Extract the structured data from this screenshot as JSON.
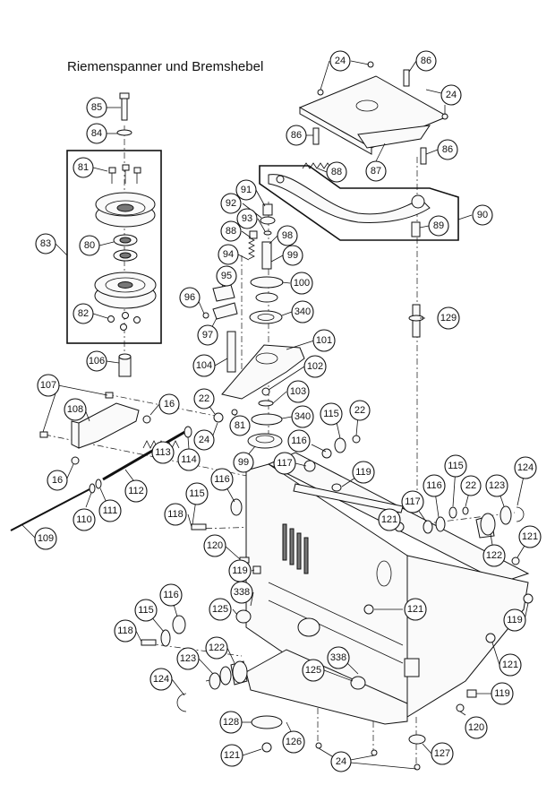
{
  "title": "Riemenspanner und Bremshebel",
  "callouts": [
    {
      "id": "c85",
      "label": "85"
    },
    {
      "id": "c84",
      "label": "84"
    },
    {
      "id": "c81a",
      "label": "81"
    },
    {
      "id": "c83",
      "label": "83"
    },
    {
      "id": "c80",
      "label": "80"
    },
    {
      "id": "c82",
      "label": "82"
    },
    {
      "id": "c106",
      "label": "106"
    },
    {
      "id": "c24a",
      "label": "24"
    },
    {
      "id": "c86a",
      "label": "86"
    },
    {
      "id": "c24b",
      "label": "24"
    },
    {
      "id": "c86b",
      "label": "86"
    },
    {
      "id": "c86c",
      "label": "86"
    },
    {
      "id": "c87",
      "label": "87"
    },
    {
      "id": "c88a",
      "label": "88"
    },
    {
      "id": "c90",
      "label": "90"
    },
    {
      "id": "c89",
      "label": "89"
    },
    {
      "id": "c91",
      "label": "91"
    },
    {
      "id": "c92",
      "label": "92"
    },
    {
      "id": "c93",
      "label": "93"
    },
    {
      "id": "c88b",
      "label": "88"
    },
    {
      "id": "c98",
      "label": "98"
    },
    {
      "id": "c94",
      "label": "94"
    },
    {
      "id": "c99a",
      "label": "99"
    },
    {
      "id": "c95",
      "label": "95"
    },
    {
      "id": "c100",
      "label": "100"
    },
    {
      "id": "c96",
      "label": "96"
    },
    {
      "id": "c340a",
      "label": "340"
    },
    {
      "id": "c97",
      "label": "97"
    },
    {
      "id": "c129",
      "label": "129"
    },
    {
      "id": "c101",
      "label": "101"
    },
    {
      "id": "c104",
      "label": "104"
    },
    {
      "id": "c102",
      "label": "102"
    },
    {
      "id": "c107",
      "label": "107"
    },
    {
      "id": "c103",
      "label": "103"
    },
    {
      "id": "c22a",
      "label": "22"
    },
    {
      "id": "c16a",
      "label": "16"
    },
    {
      "id": "c108",
      "label": "108"
    },
    {
      "id": "c340b",
      "label": "340"
    },
    {
      "id": "c81b",
      "label": "81"
    },
    {
      "id": "c115a",
      "label": "115"
    },
    {
      "id": "c22b",
      "label": "22"
    },
    {
      "id": "c24c",
      "label": "24"
    },
    {
      "id": "c114",
      "label": "114"
    },
    {
      "id": "c116a",
      "label": "116"
    },
    {
      "id": "c99b",
      "label": "99"
    },
    {
      "id": "c113",
      "label": "113"
    },
    {
      "id": "c117a",
      "label": "117"
    },
    {
      "id": "c16b",
      "label": "16"
    },
    {
      "id": "c112",
      "label": "112"
    },
    {
      "id": "c119a",
      "label": "119"
    },
    {
      "id": "c115b",
      "label": "115"
    },
    {
      "id": "c124a",
      "label": "124"
    },
    {
      "id": "c116b",
      "label": "116"
    },
    {
      "id": "c22c",
      "label": "22"
    },
    {
      "id": "c123a",
      "label": "123"
    },
    {
      "id": "c116c",
      "label": "116"
    },
    {
      "id": "c117b",
      "label": "117"
    },
    {
      "id": "c110",
      "label": "110"
    },
    {
      "id": "c111",
      "label": "111"
    },
    {
      "id": "c115c",
      "label": "115"
    },
    {
      "id": "c118a",
      "label": "118"
    },
    {
      "id": "c121a",
      "label": "121"
    },
    {
      "id": "c122a",
      "label": "122"
    },
    {
      "id": "c121b",
      "label": "121"
    },
    {
      "id": "c109",
      "label": "109"
    },
    {
      "id": "c120a",
      "label": "120"
    },
    {
      "id": "c119b",
      "label": "119"
    },
    {
      "id": "c338a",
      "label": "338"
    },
    {
      "id": "c116d",
      "label": "116"
    },
    {
      "id": "c121c",
      "label": "121"
    },
    {
      "id": "c125a",
      "label": "125"
    },
    {
      "id": "c115d",
      "label": "115"
    },
    {
      "id": "c119c",
      "label": "119"
    },
    {
      "id": "c118b",
      "label": "118"
    },
    {
      "id": "c122b",
      "label": "122"
    },
    {
      "id": "c121d",
      "label": "121"
    },
    {
      "id": "c338b",
      "label": "338"
    },
    {
      "id": "c123b",
      "label": "123"
    },
    {
      "id": "c125b",
      "label": "125"
    },
    {
      "id": "c124b",
      "label": "124"
    },
    {
      "id": "c119d",
      "label": "119"
    },
    {
      "id": "c128",
      "label": "128"
    },
    {
      "id": "c120b",
      "label": "120"
    },
    {
      "id": "c126",
      "label": "126"
    },
    {
      "id": "c121e",
      "label": "121"
    },
    {
      "id": "c127",
      "label": "127"
    },
    {
      "id": "c24d",
      "label": "24"
    }
  ]
}
